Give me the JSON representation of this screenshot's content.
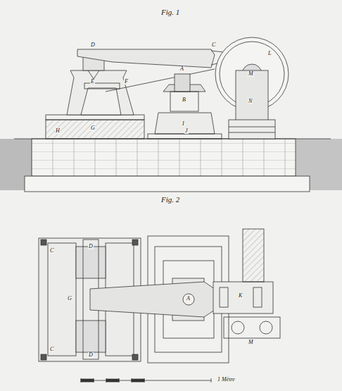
{
  "diagram": {
    "labels": [
      "Fig. 1",
      "D",
      "E",
      "F",
      "G",
      "H",
      "C",
      "A",
      "B",
      "I",
      "J",
      "L",
      "M",
      "N",
      "Fig. 2",
      "C",
      "D",
      "A",
      "C",
      "K",
      "M",
      "D",
      "G",
      "1 Mètre"
    ]
  }
}
